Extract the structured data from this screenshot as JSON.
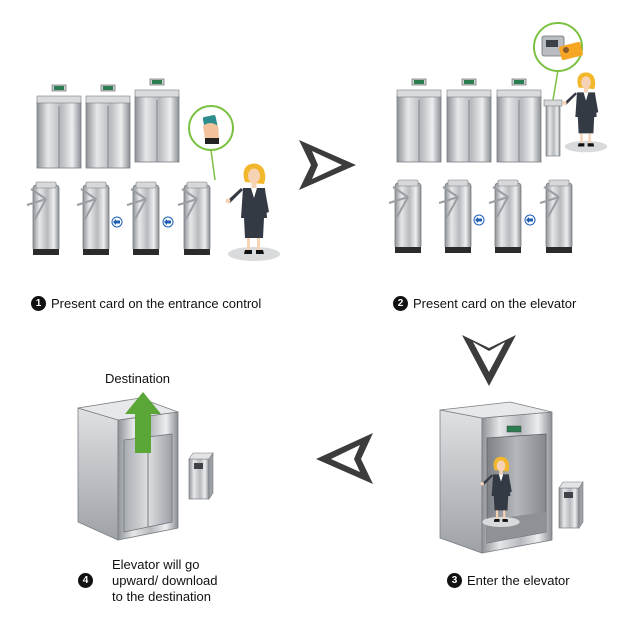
{
  "steps": [
    {
      "number": "1",
      "label": "Present card on the entrance control"
    },
    {
      "number": "2",
      "label": "Present card on the elevator"
    },
    {
      "number": "3",
      "label": "Enter the elevator"
    },
    {
      "number": "4",
      "lines": [
        "Elevator will go",
        "upward/ download",
        "to the destination"
      ]
    }
  ],
  "destination_label": "Destination",
  "colors": {
    "arrow": "#3c3c3c",
    "callout_ring": "#7cc142",
    "up_arrow": "#5aa637",
    "metal": "#c7c9cc",
    "suit": "#333a44",
    "hair": "#f3b72c",
    "card": "#f6a623",
    "gate_arrow": "#1f5fb3"
  },
  "icons": [
    "turnstile-icon",
    "elevator-icon",
    "card-reader-icon",
    "person-icon",
    "access-card-icon",
    "up-arrow-icon",
    "flow-arrow-icon"
  ]
}
